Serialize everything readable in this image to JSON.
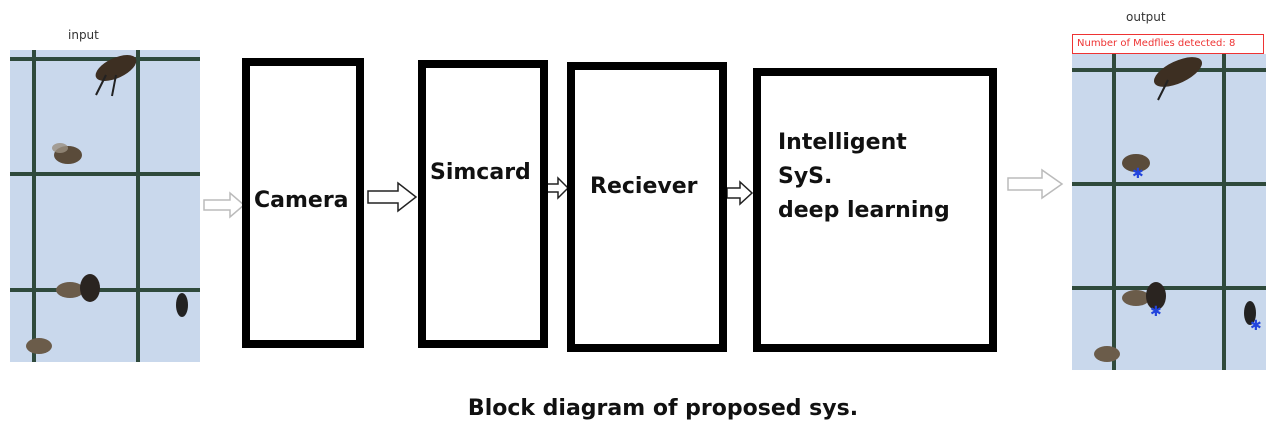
{
  "input_label": "input",
  "output_label": "output",
  "detection_text": "Number of Medflies detected: 8",
  "blocks": [
    {
      "label": "Camera"
    },
    {
      "label": "Simcard"
    },
    {
      "label": "Reciever"
    },
    {
      "label": "Intelligent\nSyS.\ndeep learning"
    }
  ],
  "caption": "Block diagram of proposed sys.",
  "colors": {
    "grid": "#2f4a3c",
    "photo_bg": "#c9d8ec",
    "detect_red": "#e33333",
    "marker_blue": "#2244dd"
  }
}
